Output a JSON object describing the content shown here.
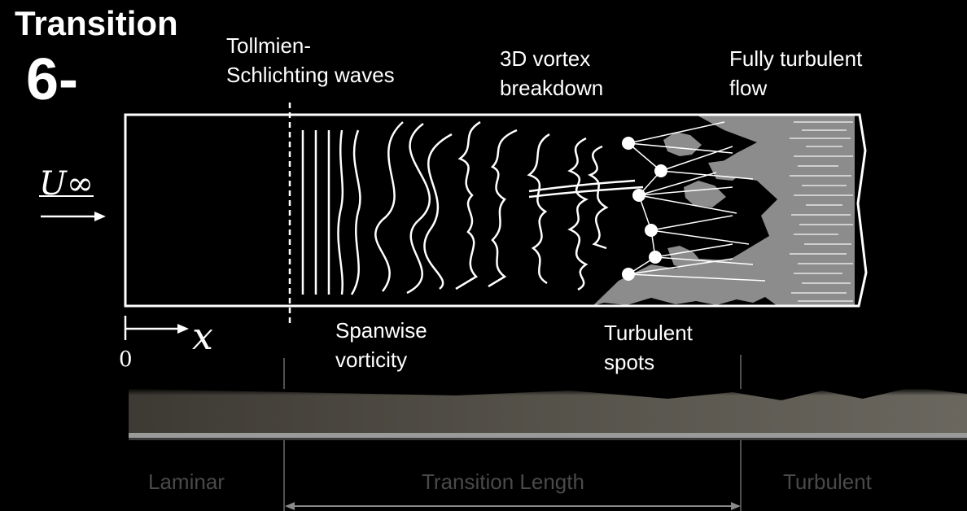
{
  "slide": {
    "title": "Transition",
    "number": "6-"
  },
  "labels": {
    "ts_line1": "Tollmien-",
    "ts_line2": "Schlichting waves",
    "vortex_line1": "3D vortex",
    "vortex_line2": "breakdown",
    "turb_line1": "Fully turbulent",
    "turb_line2": "flow",
    "span_line1": "Spanwise",
    "span_line2": "vorticity",
    "spots_line1": "Turbulent",
    "spots_line2": "spots",
    "freestream": "U∞",
    "x_axis": "x",
    "origin": "0"
  },
  "regions": {
    "laminar": "Laminar",
    "transition": "Transition Length",
    "turbulent": "Turbulent"
  },
  "colors": {
    "background": "#000000",
    "line": "#ffffff",
    "turbulent_fill": "#8c8c8c",
    "faint_text": "#4a4a4a"
  }
}
